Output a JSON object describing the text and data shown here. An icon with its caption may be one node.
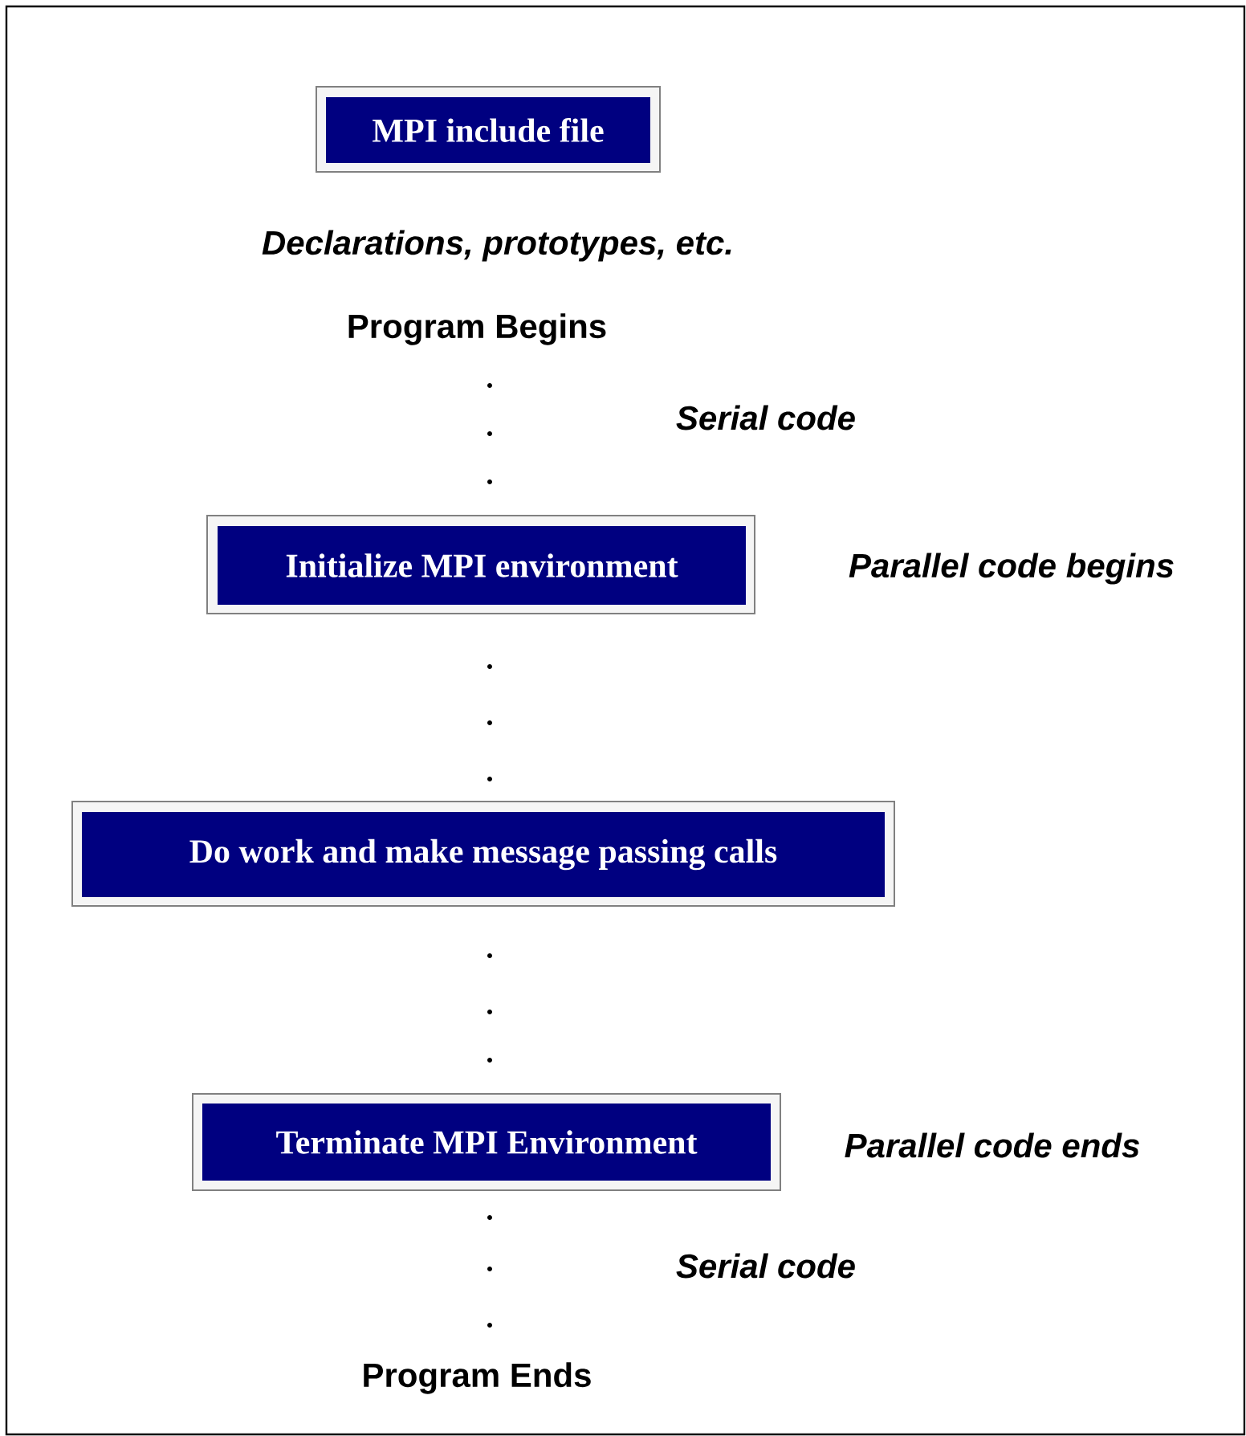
{
  "diagram": {
    "nodes": [
      {
        "text": [
          "MPI include file"
        ]
      },
      {
        "text": [
          "Initialize MPI environment"
        ],
        "beside": [
          "Parallel code begins"
        ]
      },
      {
        "text": [
          "Do work and make message passing calls"
        ]
      },
      {
        "text": [
          "Terminate MPI Environment"
        ],
        "beside": [
          "Parallel code ends"
        ]
      }
    ],
    "labels": [
      "Declarations, prototypes, etc.",
      "Program Begins",
      "Serial code",
      "Serial code",
      "Program Ends"
    ]
  }
}
